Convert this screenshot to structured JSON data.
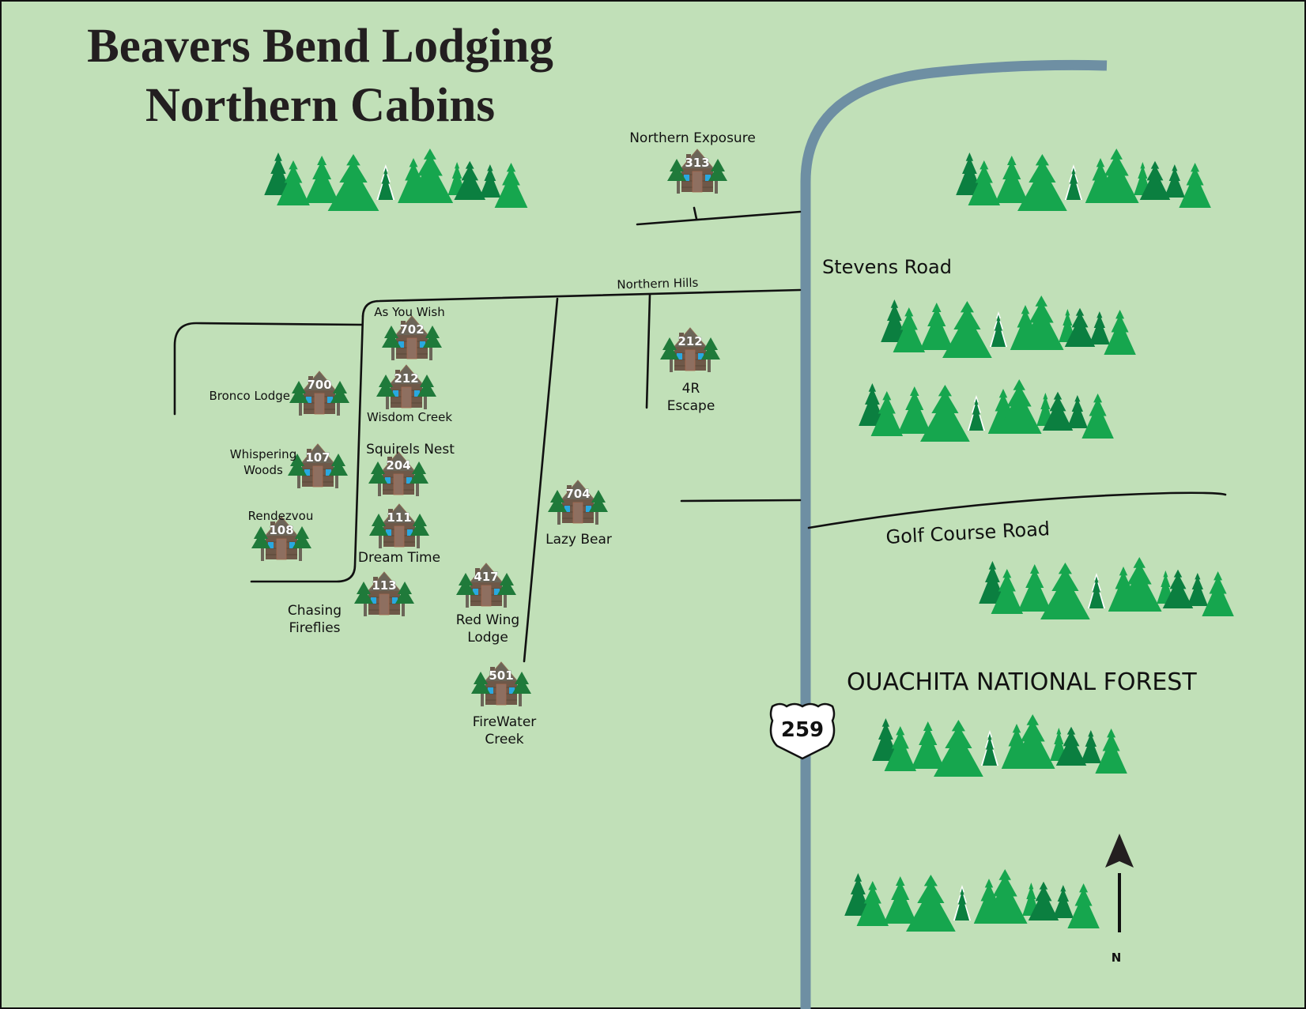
{
  "title": {
    "line1": "Beavers Bend Lodging",
    "line2": "Northern Cabins"
  },
  "colors": {
    "background": "#c1e0b8",
    "highway": "#6e8fa3",
    "tree_light": "#16a64e",
    "tree_dark": "#0b7f40",
    "road": "#111111",
    "cabin_roof": "#6b6558",
    "cabin_wall": "#7a6454",
    "cabin_window": "#29a8e0"
  },
  "roads": {
    "northern_hills": "Northern Hills",
    "stevens_road": "Stevens Road",
    "golf_course_road": "Golf Course Road",
    "highway_number": "259"
  },
  "region_label": "OUACHITA NATIONAL FOREST",
  "north_arrow_label": "N",
  "cabins": [
    {
      "number": "313",
      "name": [
        "Northern Exposure"
      ]
    },
    {
      "number": "702",
      "name": [
        "As You Wish"
      ]
    },
    {
      "number": "212",
      "name": [
        "Wisdom Creek"
      ]
    },
    {
      "number": "700",
      "name": [
        "Bronco Lodge"
      ]
    },
    {
      "number": "107",
      "name": [
        "Whispering",
        "Woods"
      ]
    },
    {
      "number": "204",
      "name": [
        "Squirels Nest"
      ]
    },
    {
      "number": "108",
      "name": [
        "Rendezvou"
      ]
    },
    {
      "number": "111",
      "name": [
        "Dream Time"
      ]
    },
    {
      "number": "113",
      "name": [
        "Chasing",
        "Fireflies"
      ]
    },
    {
      "number": "417",
      "name": [
        "Red Wing",
        "Lodge"
      ]
    },
    {
      "number": "501",
      "name": [
        "FireWater",
        "Creek"
      ]
    },
    {
      "number": "704",
      "name": [
        "Lazy Bear"
      ]
    },
    {
      "number": "212",
      "name": [
        "4R",
        "Escape"
      ]
    }
  ]
}
